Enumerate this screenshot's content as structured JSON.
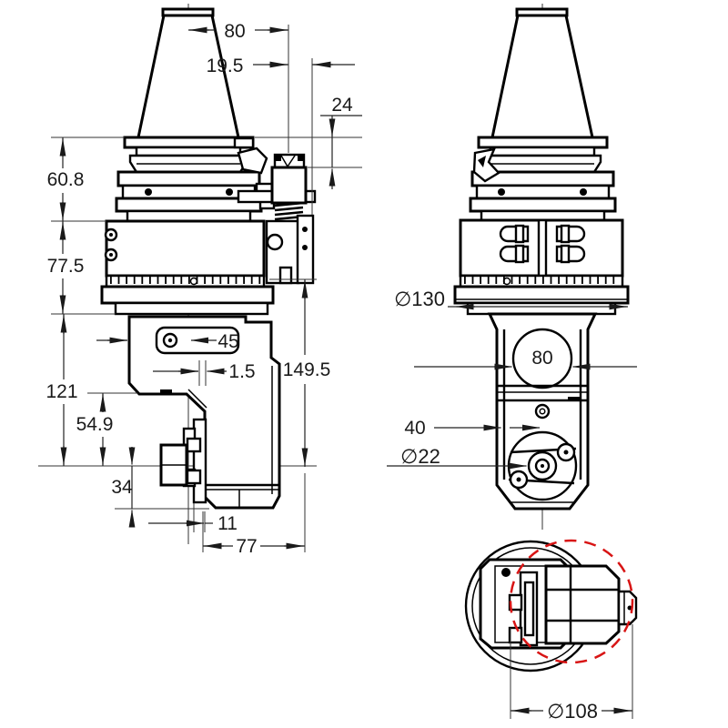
{
  "drawing": {
    "front_view": {
      "dims": {
        "center_to_block": "80",
        "block_to_plate": "19.5",
        "gauge_to_block_top": "24",
        "gauge_to_body": "60.8",
        "body_height": "77.5",
        "body_to_axis": "121",
        "notch_to_axis": "54.9",
        "edge_to_center": "45",
        "step_offset": "1.5",
        "axis_to_bottom": "34",
        "nose_step": "11",
        "head_width": "77",
        "face_to_axis": "149.5"
      }
    },
    "side_view": {
      "dims": {
        "body_diameter": "∅130",
        "bore_circle": "80",
        "wall_to_axis": "40",
        "spindle_bore": "∅22"
      }
    },
    "bottom_view": {
      "dims": {
        "swing_diameter": "∅108"
      }
    },
    "colors": {
      "line": "#000000",
      "dimension": "#1a1a1a",
      "swing_circle": "#d81414",
      "background": "#ffffff"
    }
  }
}
